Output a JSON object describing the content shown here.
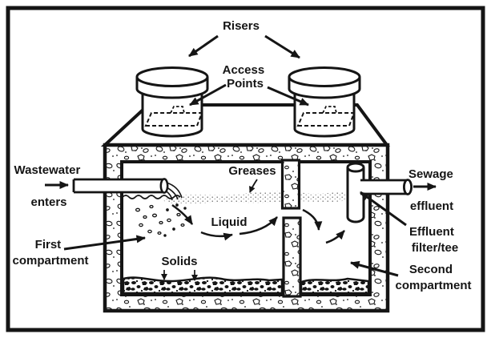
{
  "diagram": {
    "subject": "septic-tank-cutaway",
    "ink_color": "#151515",
    "background_color": "#ffffff",
    "labels": {
      "risers": "Risers",
      "access_points": [
        "Access",
        "Points"
      ],
      "wastewater_enters": [
        "Wastewater",
        "enters"
      ],
      "greases": "Greases",
      "liquid": "Liquid",
      "solids": "Solids",
      "first_compartment": [
        "First",
        "compartment"
      ],
      "sewage_effluent": [
        "Sewage",
        "effluent"
      ],
      "effluent_filter_tee": [
        "Effluent",
        "filter/tee"
      ],
      "second_compartment": [
        "Second",
        "compartment"
      ]
    }
  }
}
